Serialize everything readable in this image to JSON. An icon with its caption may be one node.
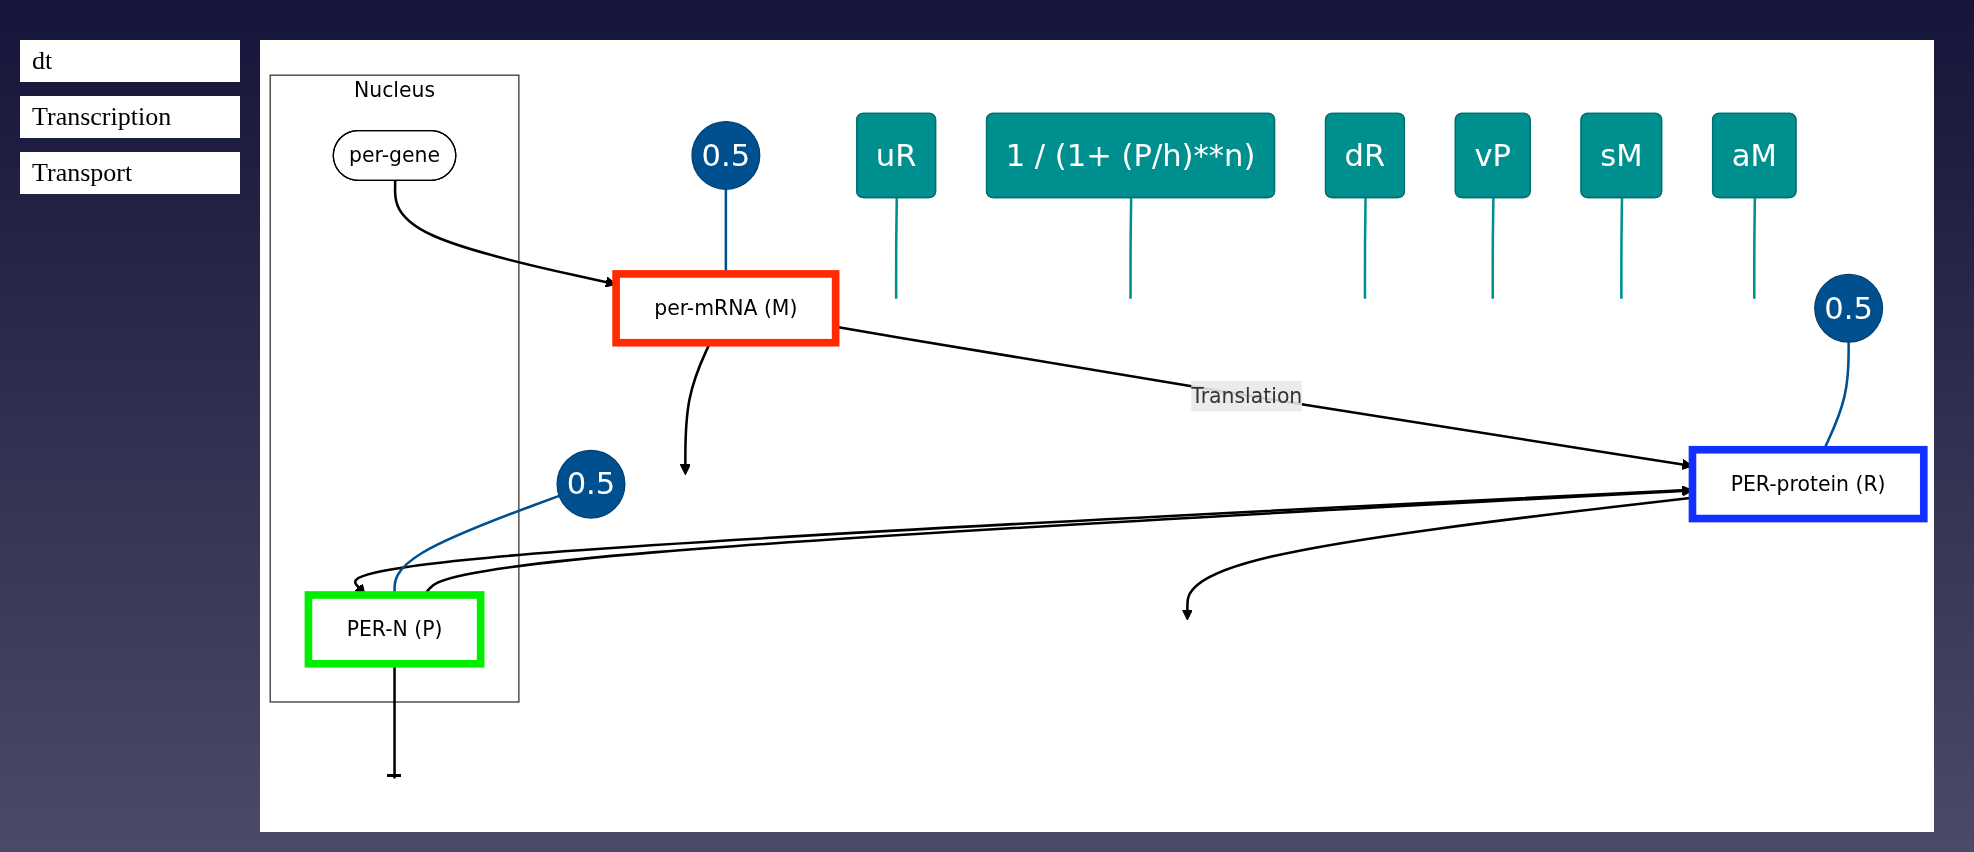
{
  "diagram": {
    "nodes": [
      {
        "text": [
          "uR"
        ]
      },
      {
        "text": [
          "1 / (1+ (P/h)**n)"
        ]
      },
      {
        "text": [
          "Nucleus"
        ]
      },
      {
        "text": [
          "0.5"
        ]
      },
      {
        "text": [
          "0.5"
        ]
      },
      {
        "text": [
          "per-gene"
        ],
        "in": 2
      },
      {
        "text": [
          "PER-N (P)"
        ],
        "in": 2
      },
      {
        "text": [
          "PER-protein (R)"
        ]
      },
      {
        "text": [
          "dR"
        ]
      },
      {
        "text": [
          "0.5"
        ]
      },
      {
        "text": [
          "vP"
        ]
      },
      {
        "text": [
          "per-mRNA (M)"
        ]
      },
      {
        "text": [
          "sM"
        ]
      },
      {
        "text": [
          "aM"
        ]
      }
    ],
    "edges": [
      {
        "from": 5,
        "to": 11,
        "arrow": "to",
        "color": "#000000"
      },
      {
        "from": 6,
        "to": null,
        "arrow": "other",
        "color": "#000000"
      },
      {
        "from": 7,
        "to": 6,
        "arrow": "to",
        "color": "#000000"
      },
      {
        "from": 6,
        "to": 7,
        "arrow": "to",
        "color": "#000000"
      },
      {
        "from": 7,
        "to": null,
        "arrow": "to",
        "color": "#000000"
      },
      {
        "from": 11,
        "to": null,
        "arrow": "to",
        "color": "#000000"
      },
      {
        "from": 11,
        "to": 7,
        "arrow": "to",
        "label": "Translation",
        "color": "#000000"
      },
      {
        "from": 0,
        "to": null,
        "arrow": "none",
        "color": "#008f8f"
      },
      {
        "from": 1,
        "to": null,
        "arrow": "none",
        "color": "#008f8f"
      },
      {
        "from": 3,
        "to": 6,
        "arrow": "none",
        "color": "#00508f"
      },
      {
        "from": 4,
        "to": 7,
        "arrow": "none",
        "color": "#00508f"
      },
      {
        "from": 8,
        "to": null,
        "arrow": "none",
        "color": "#008f8f"
      },
      {
        "from": 9,
        "to": 11,
        "arrow": "none",
        "color": "#00508f"
      },
      {
        "from": 10,
        "to": null,
        "arrow": "none",
        "color": "#008f8f"
      },
      {
        "from": 12,
        "to": null,
        "arrow": "none",
        "color": "#008f8f"
      },
      {
        "from": 13,
        "to": null,
        "arrow": "none",
        "color": "#008f8f"
      }
    ],
    "labels": [
      "dt",
      "Transcription",
      "Transport"
    ]
  }
}
